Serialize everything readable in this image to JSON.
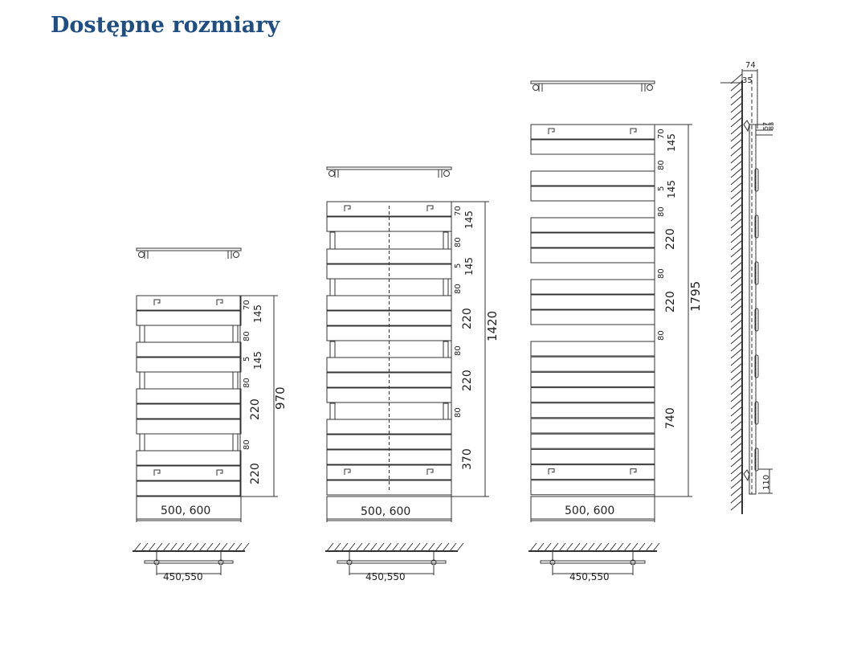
{
  "title": "Dostępne rozmiary",
  "radiators": [
    {
      "height": "970",
      "width": "500, 600",
      "mount": "450,550",
      "dims": [
        "70",
        "145",
        "80",
        "5",
        "145",
        "80",
        "220",
        "80",
        "220"
      ]
    },
    {
      "height": "1420",
      "width": "500, 600",
      "mount": "450,550",
      "dims": [
        "70",
        "145",
        "80",
        "5",
        "145",
        "80",
        "220",
        "80",
        "220",
        "80",
        "370"
      ]
    },
    {
      "height": "1795",
      "width": "500, 600",
      "mount": "450,550",
      "dims": [
        "70",
        "145",
        "80",
        "5",
        "145",
        "80",
        "220",
        "80",
        "220",
        "80",
        "740"
      ]
    }
  ],
  "side_view": {
    "depth": "74",
    "offset": "35",
    "a": "57",
    "b": "83",
    "bottom": "110"
  }
}
